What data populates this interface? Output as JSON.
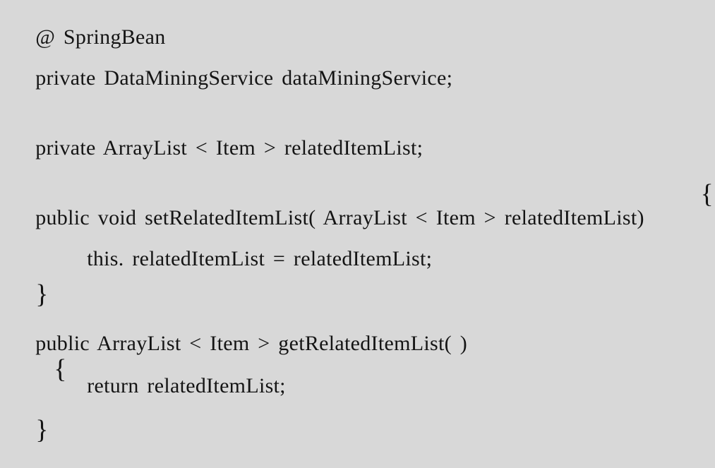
{
  "page": {
    "background_color": "#d8d8d8",
    "text_color": "#141414",
    "language": "java"
  },
  "code": {
    "lines": [
      {
        "text": "@ SpringBean"
      },
      {
        "text": "private DataMiningService dataMiningService;"
      },
      {
        "text": "private ArrayList < Item > relatedItemList;"
      },
      {
        "text": "public void setRelatedItemList( ArrayList < Item > relatedItemList)",
        "brace": "{"
      },
      {
        "text": "this. relatedItemList = relatedItemList;"
      },
      {
        "text": "}"
      },
      {
        "text": "public ArrayList < Item > getRelatedItemList( )",
        "brace": "{"
      },
      {
        "text": "return relatedItemList;"
      },
      {
        "text": "}"
      }
    ]
  }
}
